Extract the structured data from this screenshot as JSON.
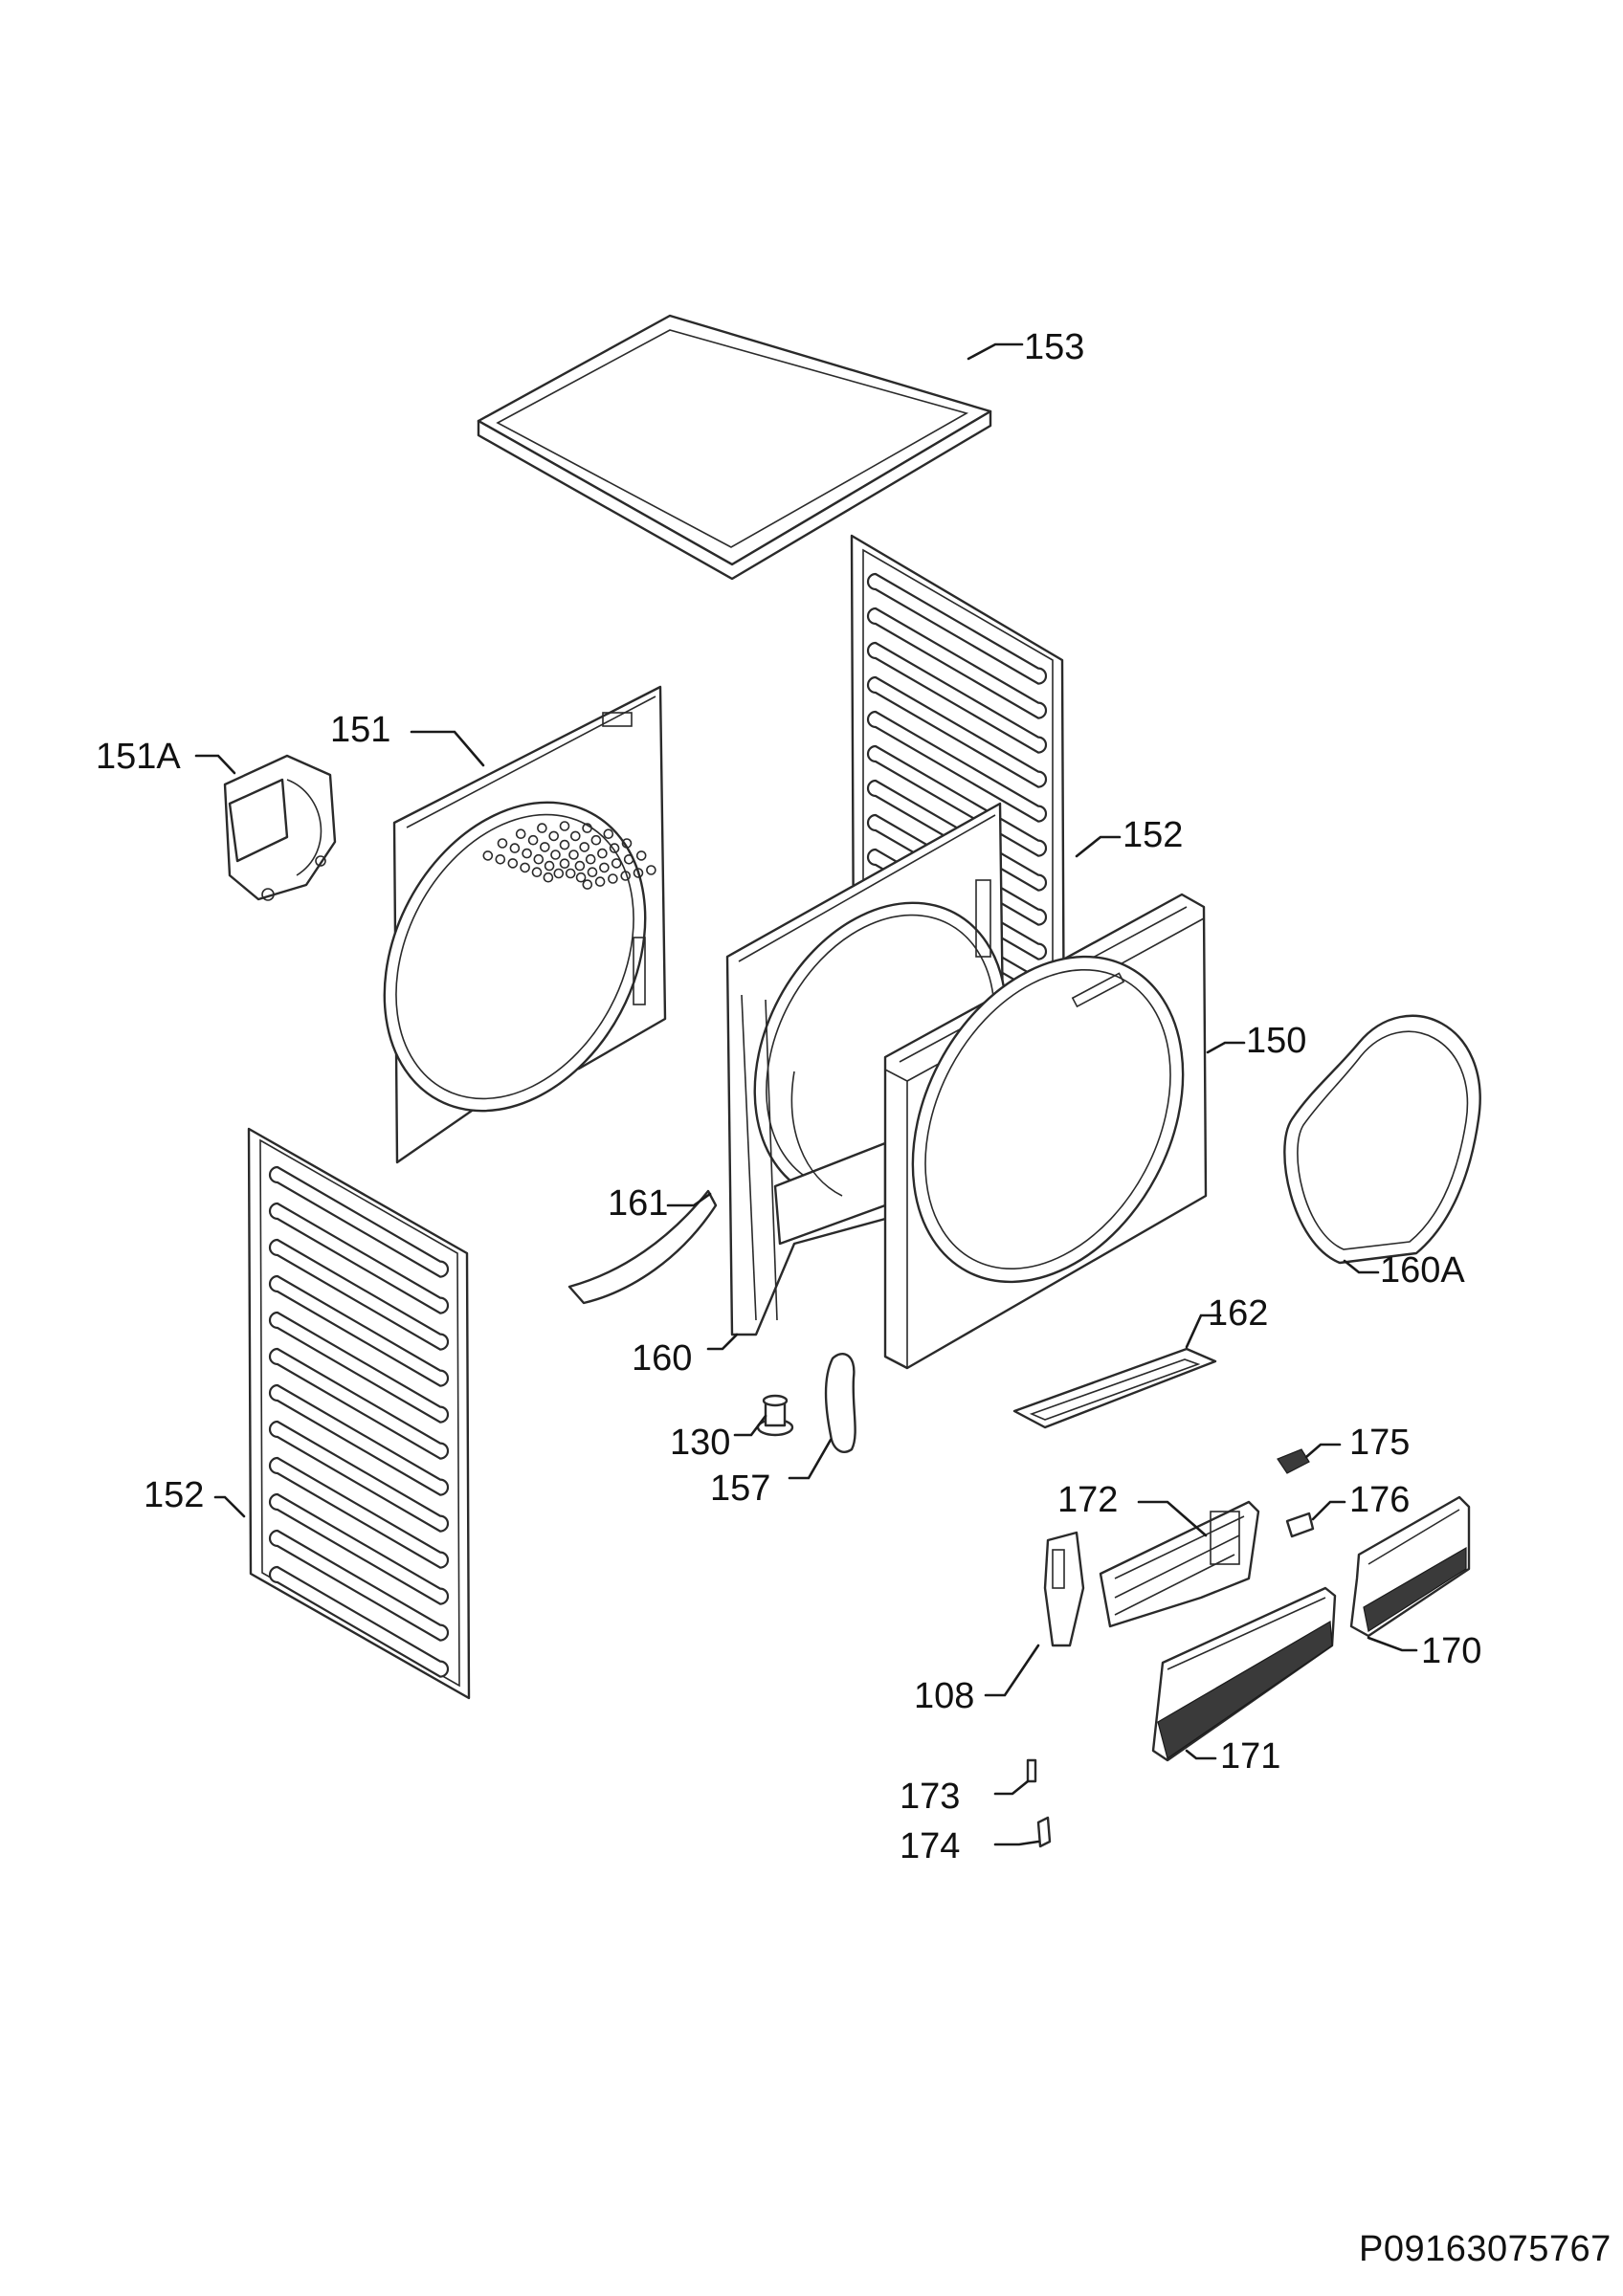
{
  "callouts": {
    "c153": "153",
    "c151": "151",
    "c151a": "151A",
    "c152_right": "152",
    "c150": "150",
    "c160a": "160A",
    "c161": "161",
    "c160": "160",
    "c162": "162",
    "c130": "130",
    "c157": "157",
    "c152_left": "152",
    "c175": "175",
    "c172": "172",
    "c176": "176",
    "c108": "108",
    "c170": "170",
    "c171": "171",
    "c173": "173",
    "c174": "174"
  },
  "document_id": "P09163075767"
}
